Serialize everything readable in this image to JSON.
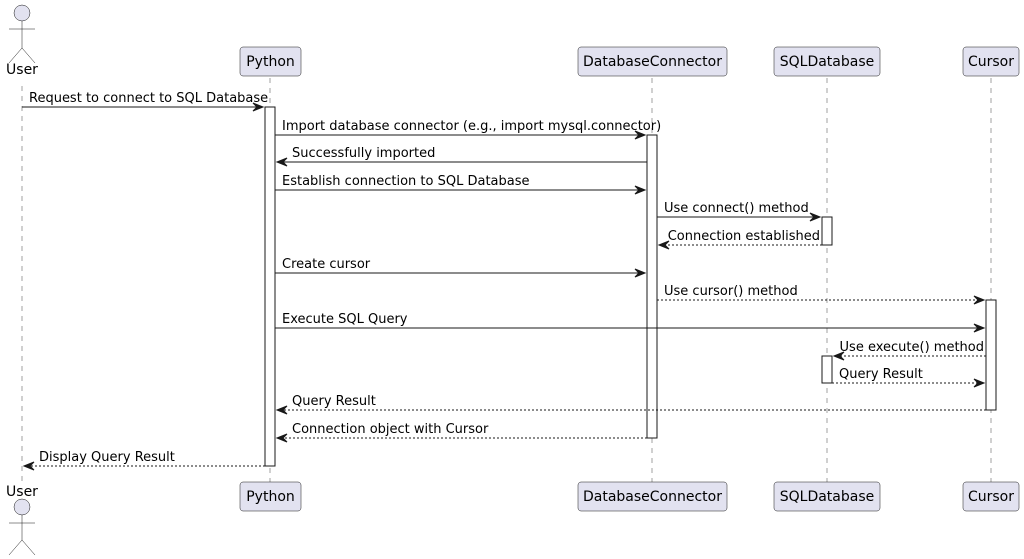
{
  "participants": {
    "user": "User",
    "python": "Python",
    "dbc": "DatabaseConnector",
    "sqldb": "SQLDatabase",
    "cursor": "Cursor"
  },
  "messages": [
    {
      "from": "user",
      "to": "python",
      "label": "Request to connect to SQL Database",
      "style": "solid"
    },
    {
      "from": "python",
      "to": "dbc",
      "label": "Import database connector (e.g., import mysql.connector)",
      "style": "solid"
    },
    {
      "from": "dbc",
      "to": "python",
      "label": "Successfully imported",
      "style": "solid"
    },
    {
      "from": "python",
      "to": "dbc",
      "label": "Establish connection to SQL Database",
      "style": "solid"
    },
    {
      "from": "dbc",
      "to": "sqldb",
      "label": "Use connect() method",
      "style": "solid"
    },
    {
      "from": "sqldb",
      "to": "dbc",
      "label": "Connection established",
      "style": "dashed"
    },
    {
      "from": "python",
      "to": "dbc",
      "label": "Create cursor",
      "style": "solid"
    },
    {
      "from": "dbc",
      "to": "cursor",
      "label": "Use cursor() method",
      "style": "dashed"
    },
    {
      "from": "python",
      "to": "cursor",
      "label": "Execute SQL Query",
      "style": "solid"
    },
    {
      "from": "cursor",
      "to": "sqldb",
      "label": "Use execute() method",
      "style": "dashed"
    },
    {
      "from": "sqldb",
      "to": "cursor",
      "label": "Query Result",
      "style": "dashed"
    },
    {
      "from": "cursor",
      "to": "python",
      "label": "Query Result",
      "style": "dashed"
    },
    {
      "from": "dbc",
      "to": "python",
      "label": "Connection object with Cursor",
      "style": "dashed"
    },
    {
      "from": "python",
      "to": "user",
      "label": "Display Query Result",
      "style": "dashed"
    }
  ],
  "colors": {
    "participant_fill": "#e2e2f0",
    "border": "#181818",
    "lifeline": "#a0a0a0"
  }
}
